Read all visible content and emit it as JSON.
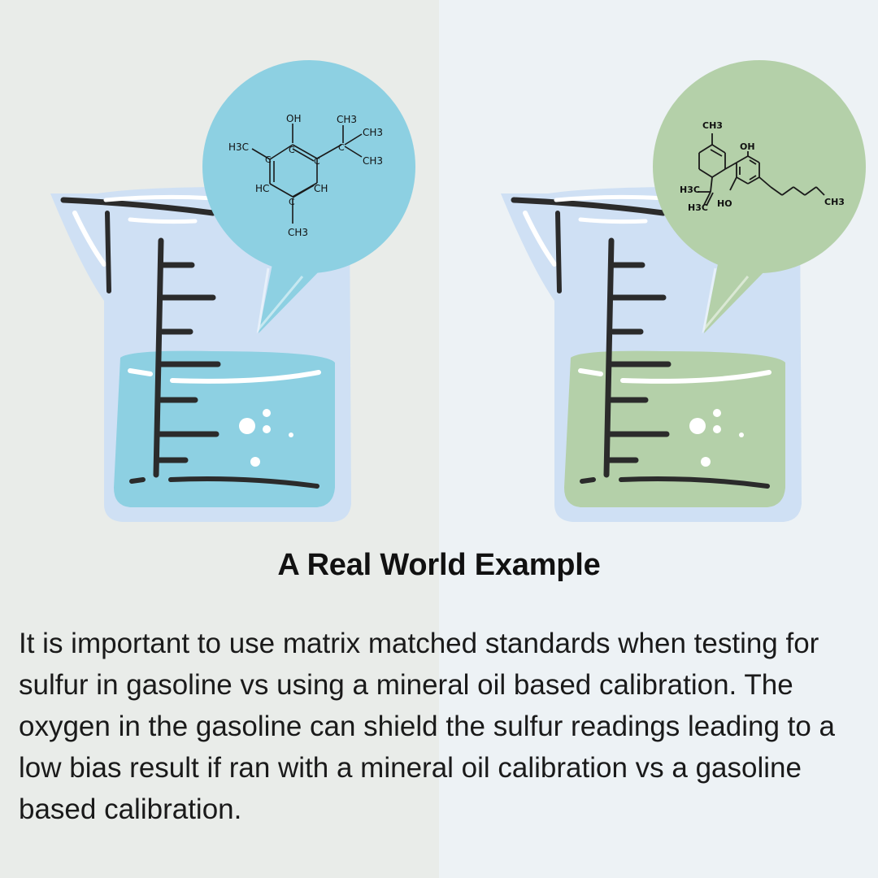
{
  "colors": {
    "bg_left": "#e9ece9",
    "bg_right": "#edf2f5",
    "beaker_glass": "#cfe0f4",
    "liquid_blue": "#8dd0e2",
    "liquid_green": "#b4d0a9",
    "ink": "#2b2b2b"
  },
  "illustration": {
    "left_molecule": {
      "labels": [
        "OH",
        "CH3",
        "CH3",
        "H3C",
        "C",
        "C",
        "C",
        "C",
        "HC",
        "CH",
        "C",
        "CH3",
        "CH3"
      ]
    },
    "right_molecule": {
      "labels": [
        "CH3",
        "OH",
        "H3C",
        "H3C",
        "HO",
        "CH3"
      ]
    }
  },
  "content": {
    "title": "A Real World Example",
    "body": "It is important to use matrix matched standards when testing for sulfur in gasoline vs using a mineral oil based calibration. The oxygen in the gasoline can shield the sulfur readings leading to a low bias result if ran with a mineral oil calibration vs a gasoline based calibration."
  }
}
